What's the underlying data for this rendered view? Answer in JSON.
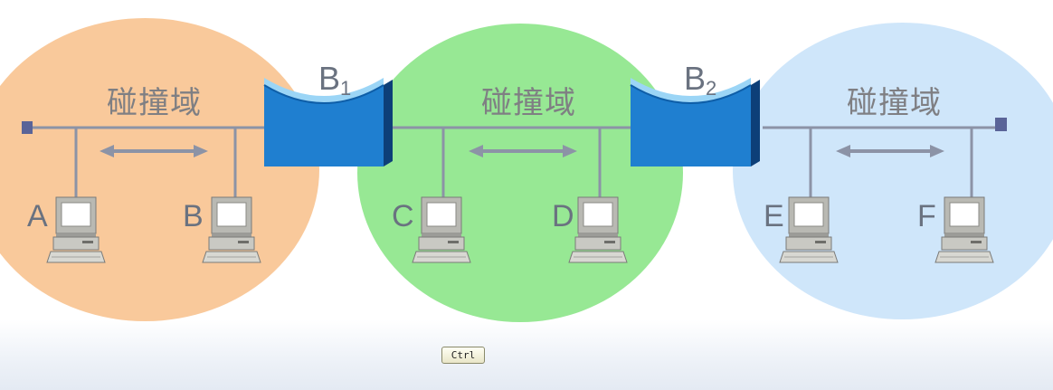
{
  "domains": [
    {
      "label": "碰撞域",
      "color": "#f9c99b"
    },
    {
      "label": "碰撞域",
      "color": "#97e894"
    },
    {
      "label": "碰撞域",
      "color": "#cfe6fa"
    }
  ],
  "bridges": [
    {
      "name": "B",
      "sub": "1"
    },
    {
      "name": "B",
      "sub": "2"
    }
  ],
  "hosts": [
    "A",
    "B",
    "C",
    "D",
    "E",
    "F"
  ],
  "keyboard_hint": "Ctrl",
  "colors": {
    "line": "#8c93a6",
    "bridge_front": "#1f7fd0",
    "bridge_top": "#8fd0f5",
    "bridge_side": "#0d3f78"
  },
  "icons": [
    "computer-icon",
    "bridge-icon",
    "terminator-icon",
    "double-arrow-icon"
  ]
}
